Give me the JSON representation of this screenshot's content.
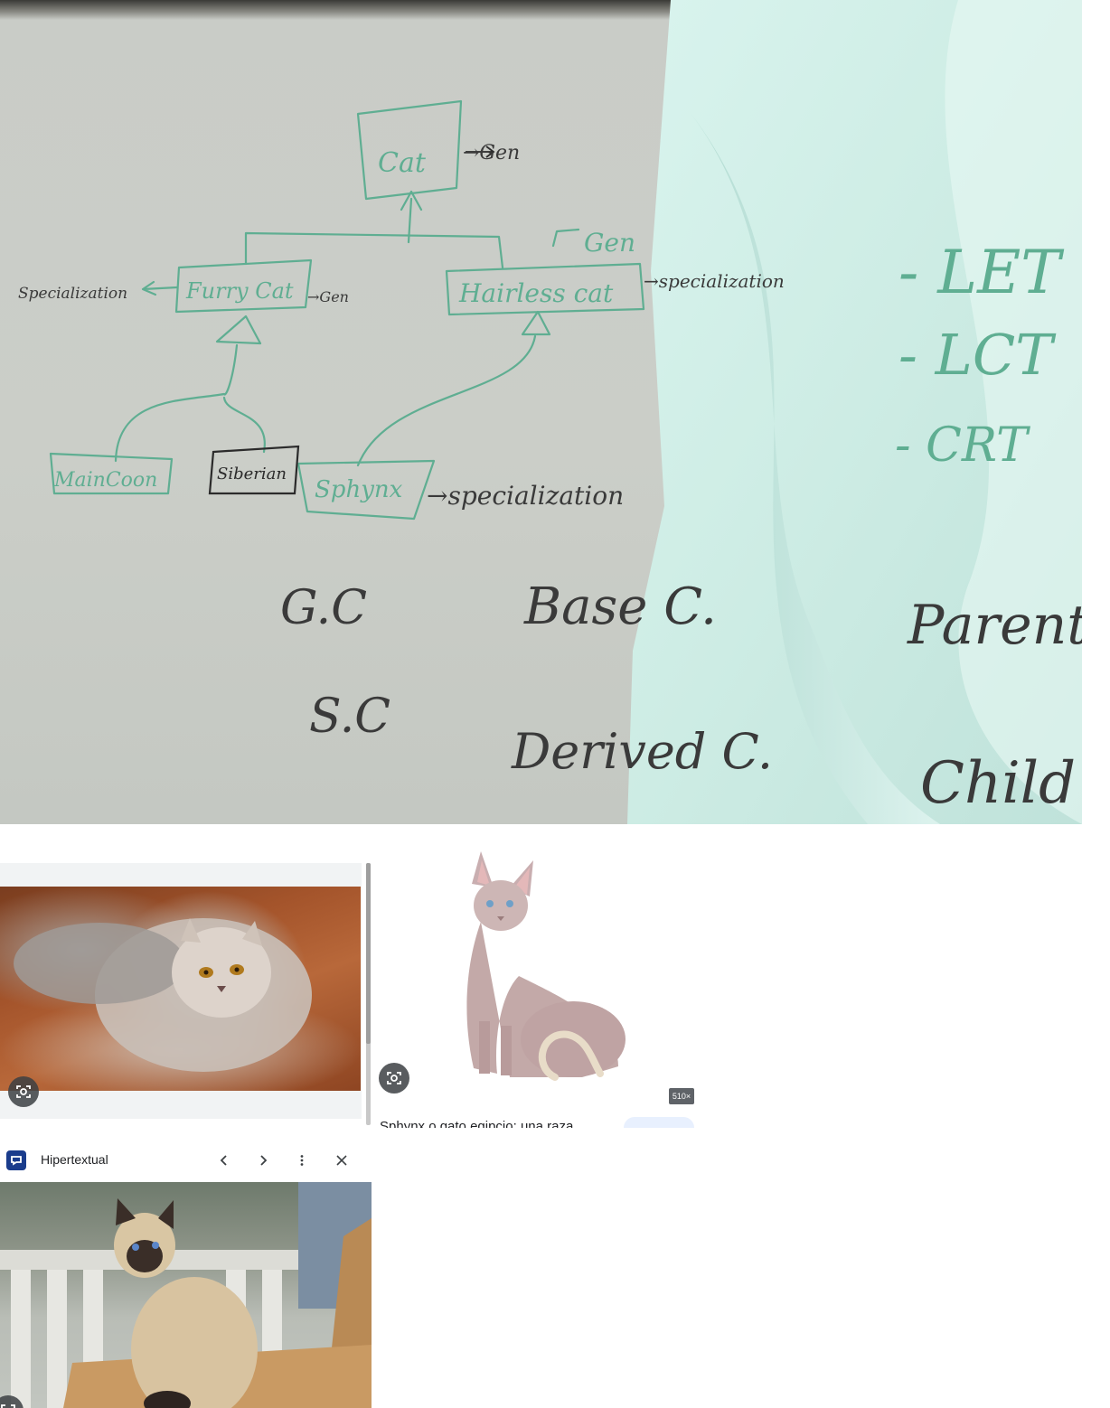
{
  "whiteboard": {
    "top_node": "Cat",
    "top_gen": "→Gen",
    "level2": [
      {
        "label": "Furry Cat",
        "left_note": "Specialization",
        "right_note": "→Gen"
      },
      {
        "label": "Hairless cat",
        "top_note": "Gen",
        "right_note": "→specialization"
      }
    ],
    "level3": [
      "MainCoon",
      "Siberian",
      "Sphynx"
    ],
    "sphynx_note": "→specialization",
    "terms": {
      "row1": [
        "G.C",
        "Base C.",
        "Parent"
      ],
      "row2": [
        "S.C",
        "Derived C.",
        "Child"
      ]
    },
    "projected_list": [
      "- LET",
      "- LCT",
      "- CRT"
    ]
  },
  "results": {
    "sphynx_size": "510×",
    "sphynx_caption": "Sphynx o gato egipcio: una raza"
  },
  "browser_bar": {
    "site_name": "Hipertextual",
    "back_icon": "chevron-left-icon",
    "forward_icon": "chevron-right-icon",
    "menu_icon": "more-vert-icon",
    "close_icon": "close-icon"
  },
  "colors": {
    "marker_green": "#5fae92",
    "marker_black": "#2b2b2b",
    "board": "#c9ccc7",
    "projection": "#d8f2ec"
  }
}
